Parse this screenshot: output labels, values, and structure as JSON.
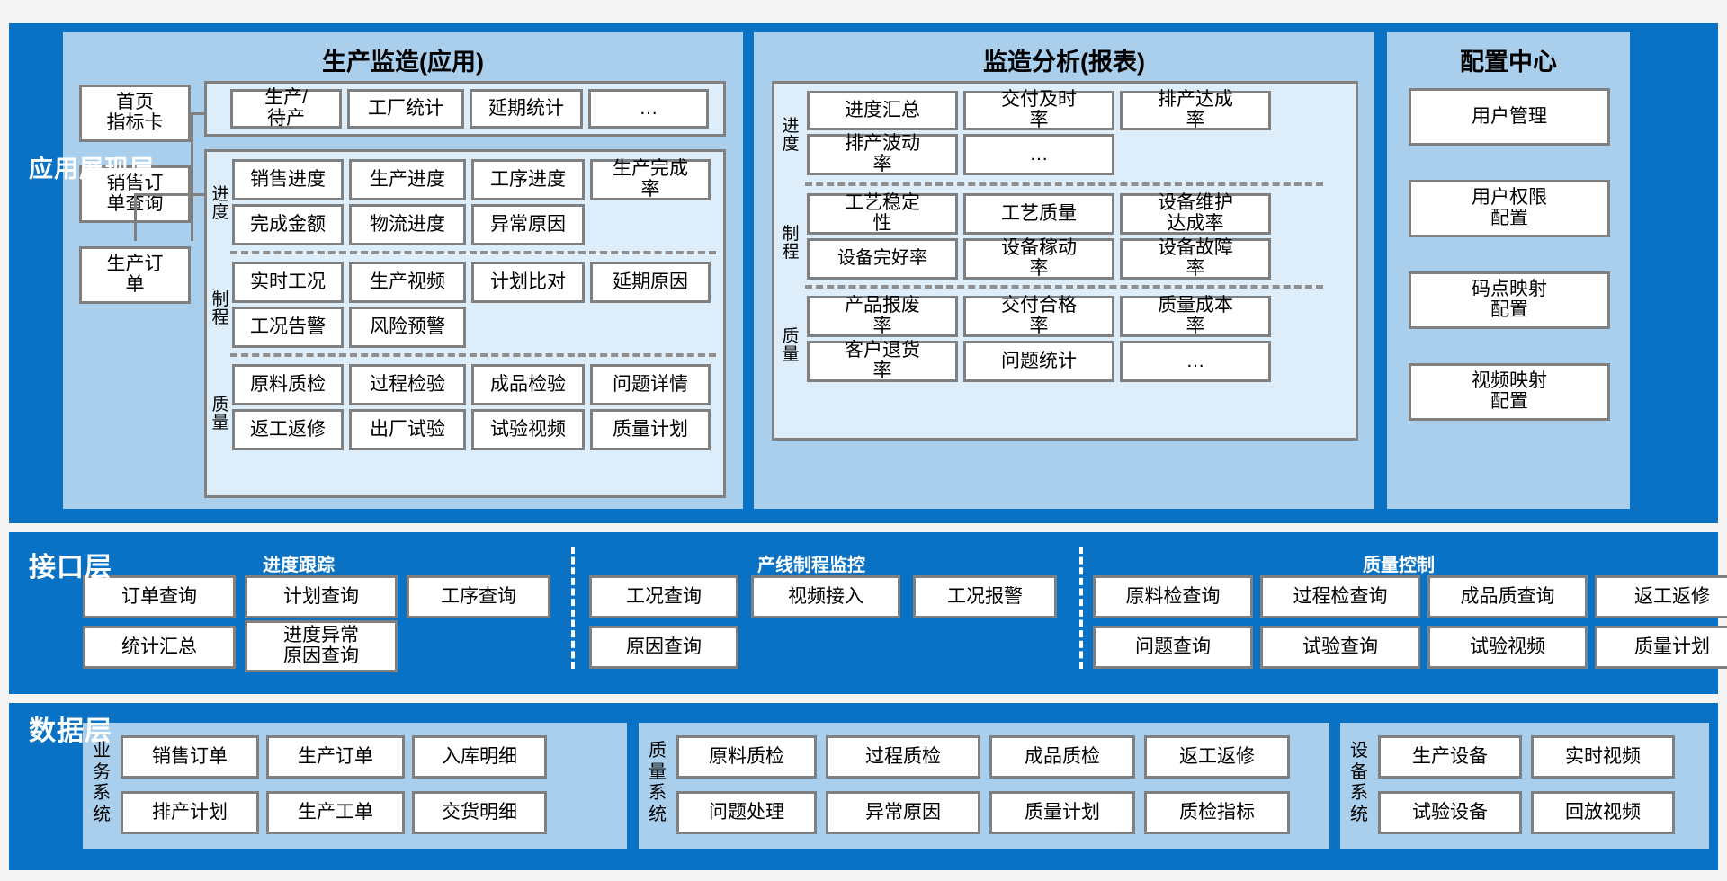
{
  "layers": {
    "application": "应用展现层",
    "interface": "接口层",
    "data": "数据层"
  },
  "panels": {
    "a": {
      "title": "生产监造(应用)",
      "left_cards": [
        "首页\n指标卡",
        "销售订\n单查询",
        "生产订\n单"
      ],
      "top_row": [
        "生产/\n待产",
        "工厂统计",
        "延期统计",
        "…"
      ],
      "groups": [
        {
          "label": "进度",
          "rows": [
            [
              "销售进度",
              "生产进度",
              "工序进度",
              "生产完成\n率"
            ],
            [
              "完成金额",
              "物流进度",
              "异常原因"
            ]
          ]
        },
        {
          "label": "制程",
          "rows": [
            [
              "实时工况",
              "生产视频",
              "计划比对",
              "延期原因"
            ],
            [
              "工况告警",
              "风险预警"
            ]
          ]
        },
        {
          "label": "质量",
          "rows": [
            [
              "原料质检",
              "过程检验",
              "成品检验",
              "问题详情"
            ],
            [
              "返工返修",
              "出厂试验",
              "试验视频",
              "质量计划"
            ]
          ]
        }
      ]
    },
    "b": {
      "title": "监造分析(报表)",
      "groups": [
        {
          "label": "进度",
          "rows": [
            [
              "进度汇总",
              "交付及时\n率",
              "排产达成\n率"
            ],
            [
              "排产波动\n率",
              "…"
            ]
          ]
        },
        {
          "label": "制程",
          "rows": [
            [
              "工艺稳定\n性",
              "工艺质量",
              "设备维护\n达成率"
            ],
            [
              "设备完好率",
              "设备稼动\n率",
              "设备故障\n率"
            ]
          ]
        },
        {
          "label": "质量",
          "rows": [
            [
              "产品报废\n率",
              "交付合格\n率",
              "质量成本\n率"
            ],
            [
              "客户退货\n率",
              "问题统计",
              "…"
            ]
          ]
        }
      ]
    },
    "c": {
      "title": "配置中心",
      "items": [
        "用户管理",
        "用户权限\n配置",
        "码点映射\n配置",
        "视频映射\n配置"
      ]
    }
  },
  "interface_groups": [
    {
      "title": "进度跟踪",
      "rows": [
        [
          "订单查询",
          "计划查询",
          "工序查询"
        ],
        [
          "统计汇总",
          "进度异常\n原因查询"
        ]
      ]
    },
    {
      "title": "产线制程监控",
      "rows": [
        [
          "工况查询",
          "视频接入",
          "工况报警"
        ],
        [
          "原因查询"
        ]
      ]
    },
    {
      "title": "质量控制",
      "rows": [
        [
          "原料检查询",
          "过程检查询",
          "成品质查询",
          "返工返修"
        ],
        [
          "问题查询",
          "试验查询",
          "试验视频",
          "质量计划"
        ]
      ]
    }
  ],
  "data_groups": [
    {
      "label": "业务系统",
      "rows": [
        [
          "销售订单",
          "生产订单",
          "入库明细"
        ],
        [
          "排产计划",
          "生产工单",
          "交货明细"
        ]
      ]
    },
    {
      "label": "质量系统",
      "rows": [
        [
          "原料质检",
          "过程质检",
          "成品质检",
          "返工返修"
        ],
        [
          "问题处理",
          "异常原因",
          "质量计划",
          "质检指标"
        ]
      ]
    },
    {
      "label": "设备系统",
      "rows": [
        [
          "生产设备",
          "实时视频"
        ],
        [
          "试验设备",
          "回放视频"
        ]
      ]
    }
  ],
  "colors": {
    "layer_blue": "#0a72c4",
    "panel_blue": "#a9cfec",
    "group_blue": "#ddeefa",
    "box_border": "#808080",
    "box_fill": "#ffffff"
  }
}
